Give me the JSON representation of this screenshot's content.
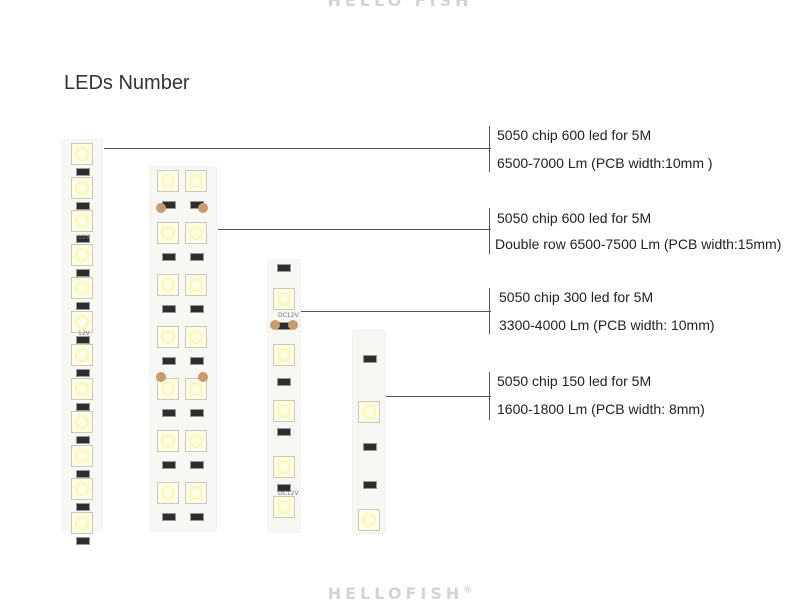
{
  "watermark": {
    "top": "HELLO FISH",
    "bottom": "HELLOFISH",
    "registered": "®"
  },
  "title": "LEDs Number",
  "strip_labels": {
    "v12": "12V",
    "dc12v": "DC12V"
  },
  "specs": [
    {
      "line1": "5050 chip 600 led for 5M",
      "line2": "6500-7000 Lm  (PCB width:10mm )"
    },
    {
      "line1": "5050 chip 600 led for 5M",
      "line2": "Double row 6500-7500 Lm (PCB width:15mm)"
    },
    {
      "line1": "5050 chip 300 led for 5M",
      "line2": "3300-4000 Lm  (PCB width: 10mm)"
    },
    {
      "line1": "5050 chip 150 led for 5M",
      "line2": "1600-1800 Lm  (PCB width: 8mm)"
    }
  ]
}
